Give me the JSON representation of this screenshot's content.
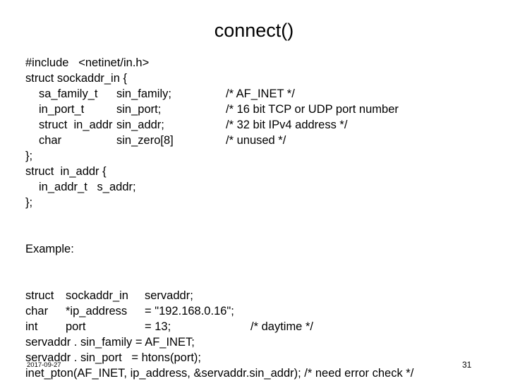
{
  "slide": {
    "title": "connect()",
    "page_number": "31",
    "date": "2017-09-27",
    "background_color": "#ffffff",
    "text_color": "#000000"
  },
  "code_block": {
    "lines": [
      {
        "type": "single",
        "a": "#include   <netinet/in.h>"
      },
      {
        "type": "single",
        "a": "struct sockaddr_in {"
      },
      {
        "type": "cols",
        "indent": true,
        "a": "sa_family_t",
        "b": "sin_family;",
        "c": "/* AF_INET */"
      },
      {
        "type": "cols",
        "indent": true,
        "a": "in_port_t",
        "b": "sin_port;",
        "c": "/* 16 bit TCP or UDP port number"
      },
      {
        "type": "cols",
        "indent": true,
        "a": "struct  in_addr",
        "b": "sin_addr;",
        "c": "/* 32 bit IPv4 address */"
      },
      {
        "type": "cols",
        "indent": true,
        "a": "char",
        "b": "sin_zero[8]",
        "c": "/* unused */"
      },
      {
        "type": "single",
        "a": "};"
      },
      {
        "type": "single",
        "a": "struct  in_addr {"
      },
      {
        "type": "single",
        "indent": true,
        "a": "in_addr_t   s_addr;"
      },
      {
        "type": "single",
        "a": "};"
      },
      {
        "type": "blank"
      },
      {
        "type": "blank"
      },
      {
        "type": "single",
        "a": "Example:"
      },
      {
        "type": "blank"
      },
      {
        "type": "blank"
      },
      {
        "type": "example",
        "a": "struct",
        "b": "sockaddr_in",
        "c": "servaddr;",
        "d": ""
      },
      {
        "type": "example",
        "a": "char",
        "b": "*ip_address",
        "c": "= \"192.168.0.16\";",
        "d": ""
      },
      {
        "type": "example",
        "a": "int",
        "b": "port",
        "c": "= 13;",
        "d": "/* daytime */"
      },
      {
        "type": "full",
        "a": "servaddr . sin_family = AF_INET;"
      },
      {
        "type": "full",
        "a": "servaddr . sin_port   = htons(port);"
      },
      {
        "type": "full",
        "a": "inet_pton(AF_INET, ip_address, &servaddr.sin_addr); /* need error check */"
      }
    ]
  }
}
